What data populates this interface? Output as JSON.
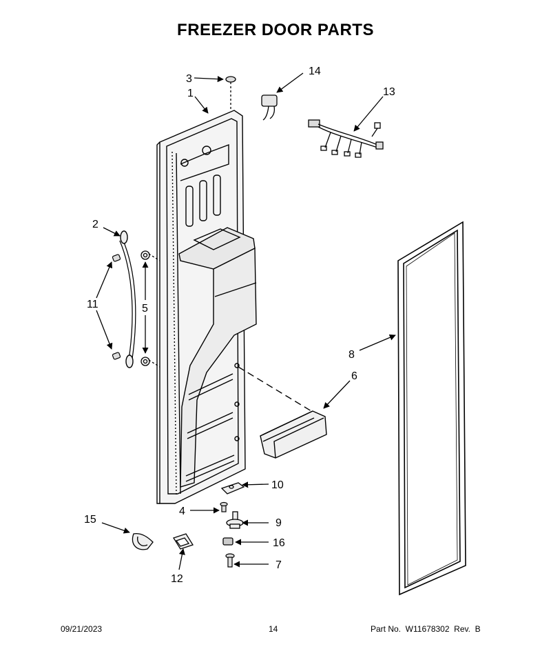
{
  "title": "FREEZER DOOR PARTS",
  "callouts": {
    "c1": "1",
    "c2": "2",
    "c3": "3",
    "c4": "4",
    "c5": "5",
    "c6": "6",
    "c7": "7",
    "c8": "8",
    "c9": "9",
    "c10": "10",
    "c11": "11",
    "c12": "12",
    "c13": "13",
    "c14": "14",
    "c15": "15",
    "c16": "16"
  },
  "footer": {
    "date": "09/21/2023",
    "page": "14",
    "part": "Part No.  W11678302  Rev.  B"
  }
}
